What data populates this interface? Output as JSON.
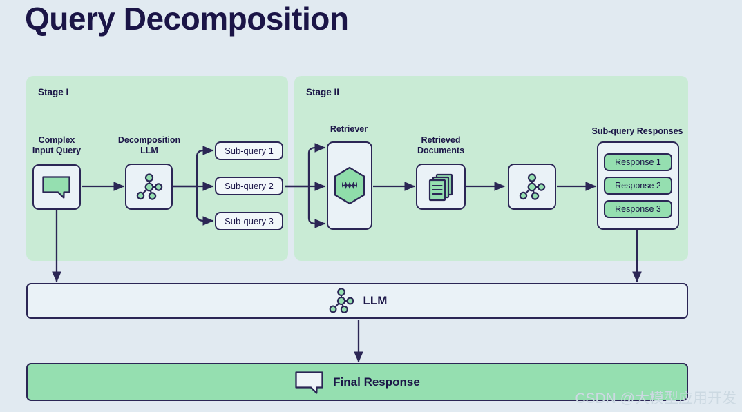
{
  "title": "Query Decomposition",
  "colors": {
    "background": "#e1eaf1",
    "stage_panel": "#c9ebd5",
    "box_fill": "#eaf2f7",
    "accent_green": "#95dfb0",
    "stroke_navy": "#2b2655",
    "text_navy": "#1b1547"
  },
  "stages": [
    {
      "id": "stage-1",
      "label": "Stage I"
    },
    {
      "id": "stage-2",
      "label": "Stage II"
    }
  ],
  "stage1": {
    "input_label": "Complex\nInput Query",
    "input_label_line1": "Complex",
    "input_label_line2": "Input Query",
    "input_icon": "speech-bubble-icon",
    "decomposition_label_line1": "Decomposition",
    "decomposition_label_line2": "LLM",
    "decomposition_icon": "node-graph-icon",
    "subqueries": [
      {
        "label": "Sub-query 1"
      },
      {
        "label": "Sub-query 2"
      },
      {
        "label": "Sub-query 3"
      }
    ]
  },
  "stage2": {
    "retriever_label": "Retriever",
    "retriever_icon": "weaviate-hexagon-icon",
    "documents_label_line1": "Retrieved",
    "documents_label_line2": "Documents",
    "documents_icon": "stacked-documents-icon",
    "llm_icon": "node-graph-icon",
    "responses_label": "Sub-query Responses",
    "responses": [
      {
        "label": "Response 1"
      },
      {
        "label": "Response 2"
      },
      {
        "label": "Response 3"
      }
    ]
  },
  "bottom": {
    "llm_label": "LLM",
    "llm_icon": "node-graph-icon",
    "final_label": "Final Response",
    "final_icon": "speech-bubble-icon"
  },
  "watermark": "CSDN @大模型应用开发"
}
